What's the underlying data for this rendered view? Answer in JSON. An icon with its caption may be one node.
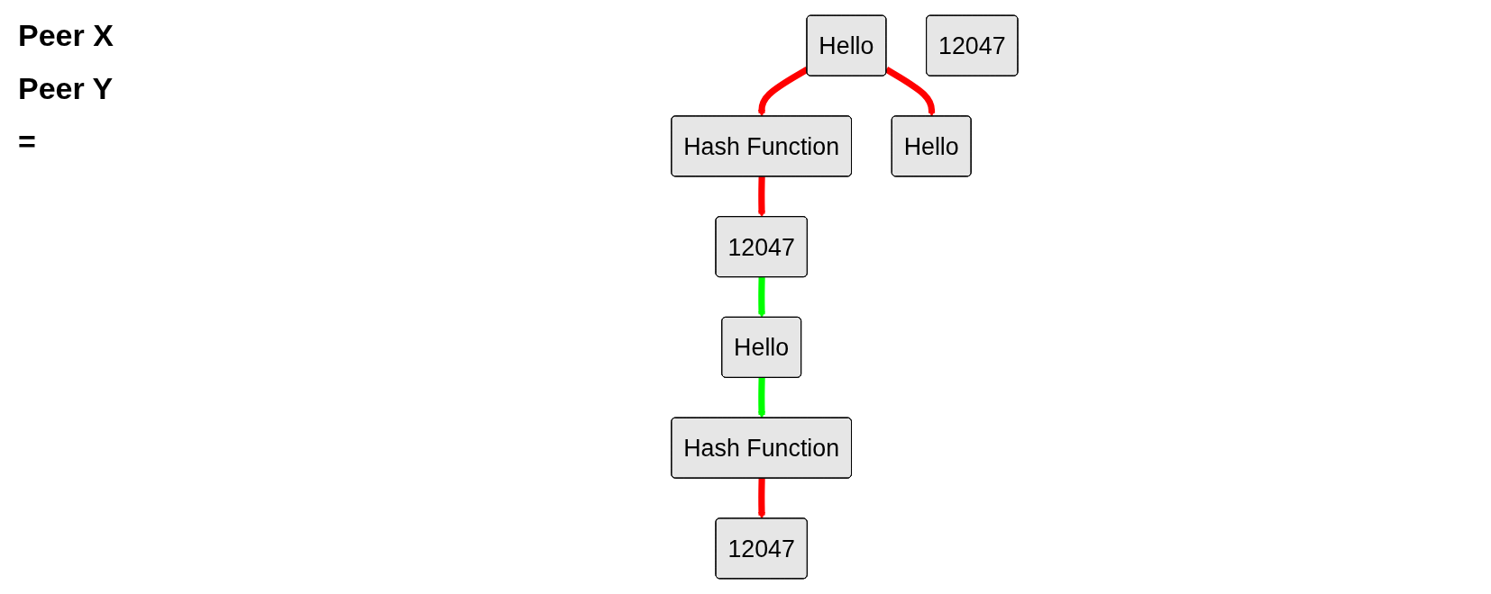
{
  "diagram": {
    "nodes": [
      {
        "text": [
          "Hello"
        ]
      },
      {
        "text": [
          "Hash Function"
        ]
      },
      {
        "text": [
          "Hello"
        ]
      },
      {
        "text": [
          "12047"
        ]
      },
      {
        "text": [
          "Hash Function"
        ]
      },
      {
        "text": [
          "Hello"
        ]
      },
      {
        "text": [
          "12047"
        ]
      },
      {
        "text": [
          "12047"
        ]
      }
    ],
    "edges": [
      {
        "from": 0,
        "to": 1,
        "arrow": "to"
      },
      {
        "from": 0,
        "to": 2,
        "arrow": "to"
      },
      {
        "from": 1,
        "to": 3,
        "arrow": "to"
      },
      {
        "from": 3,
        "to": 5,
        "arrow": "to",
        "color": "#00ff00"
      },
      {
        "from": 5,
        "to": 4,
        "arrow": "to",
        "color": "#00ff00"
      },
      {
        "from": 4,
        "to": 7,
        "arrow": "to"
      }
    ],
    "labels": [
      "Peer X",
      "Peer Y",
      "="
    ]
  }
}
